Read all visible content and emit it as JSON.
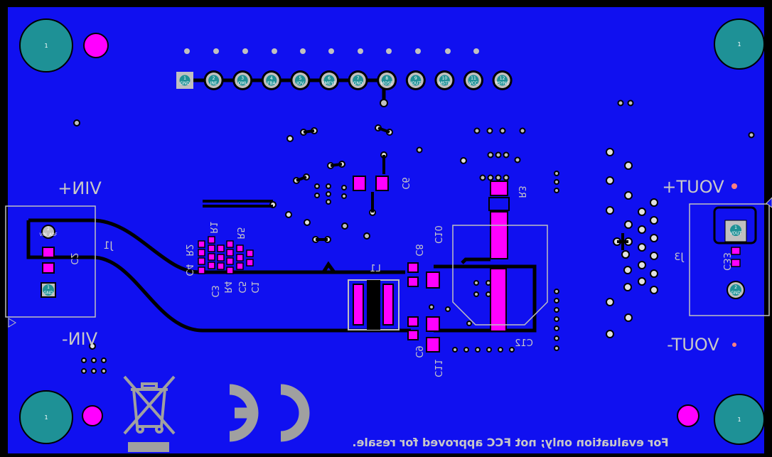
{
  "board": {
    "substrate_color": "#1010f0",
    "outline_color": "#000000",
    "via_color": "#c0c0c0",
    "via_hole_color": "#000000",
    "mount_hole_color": "#1e9196",
    "pad_color": "#ff00ff",
    "silk_color": "#c0c0c0",
    "silk_dark_color": "#a0a0a0"
  },
  "mounting_holes": [
    {
      "label": "1"
    },
    {
      "label": "1"
    },
    {
      "label": "1"
    },
    {
      "label": "1"
    }
  ],
  "header": {
    "pins": [
      {
        "num": "1",
        "name": "GND"
      },
      {
        "num": "2",
        "name": "INE"
      },
      {
        "num": "3",
        "name": "OML"
      },
      {
        "num": "4",
        "name": "FBA"
      },
      {
        "num": "5",
        "name": "IOV"
      },
      {
        "num": "6",
        "name": "FMEYE"
      },
      {
        "num": "7",
        "name": "GND"
      },
      {
        "num": "8",
        "name": "MOSE"
      },
      {
        "num": "9",
        "name": "IOUT"
      },
      {
        "num": "10",
        "name": "MSTR"
      },
      {
        "num": "11",
        "name": "VCC"
      },
      {
        "num": "12",
        "name": "PSYNC"
      }
    ]
  },
  "terminals": {
    "vin_plus": "VIN+",
    "vin_minus": "VIN-",
    "vout_plus": "VOUT+",
    "vout_minus": "VOUT-",
    "j1": "J1",
    "j3": "J3",
    "j1_pad1": "VIN_ABF",
    "j1_pad1_num": "2",
    "j1_pad2": "GND",
    "j1_pad2_num": "1",
    "j3_pad1": "VOUT",
    "j3_pad1_num": "1",
    "j3_pad2": "GND",
    "j3_pad2_num": "2"
  },
  "refdes": {
    "c2": "C2",
    "r2": "R2",
    "c3": "C3",
    "c4": "C4",
    "r1": "R1",
    "r5": "R5",
    "r4": "R4",
    "c5": "C5",
    "c1": "C1",
    "c6": "C6",
    "r3": "R3",
    "l1": "L1",
    "c8": "C8",
    "c10": "C10",
    "c9": "C9",
    "c11": "C11",
    "c12": "C12",
    "c33": "C33"
  },
  "footer_notice": "For evaluation only; not FCC approved for resale.",
  "logos": {
    "ce_mark": "CE",
    "weee_symbol": "weee-bin-icon"
  }
}
